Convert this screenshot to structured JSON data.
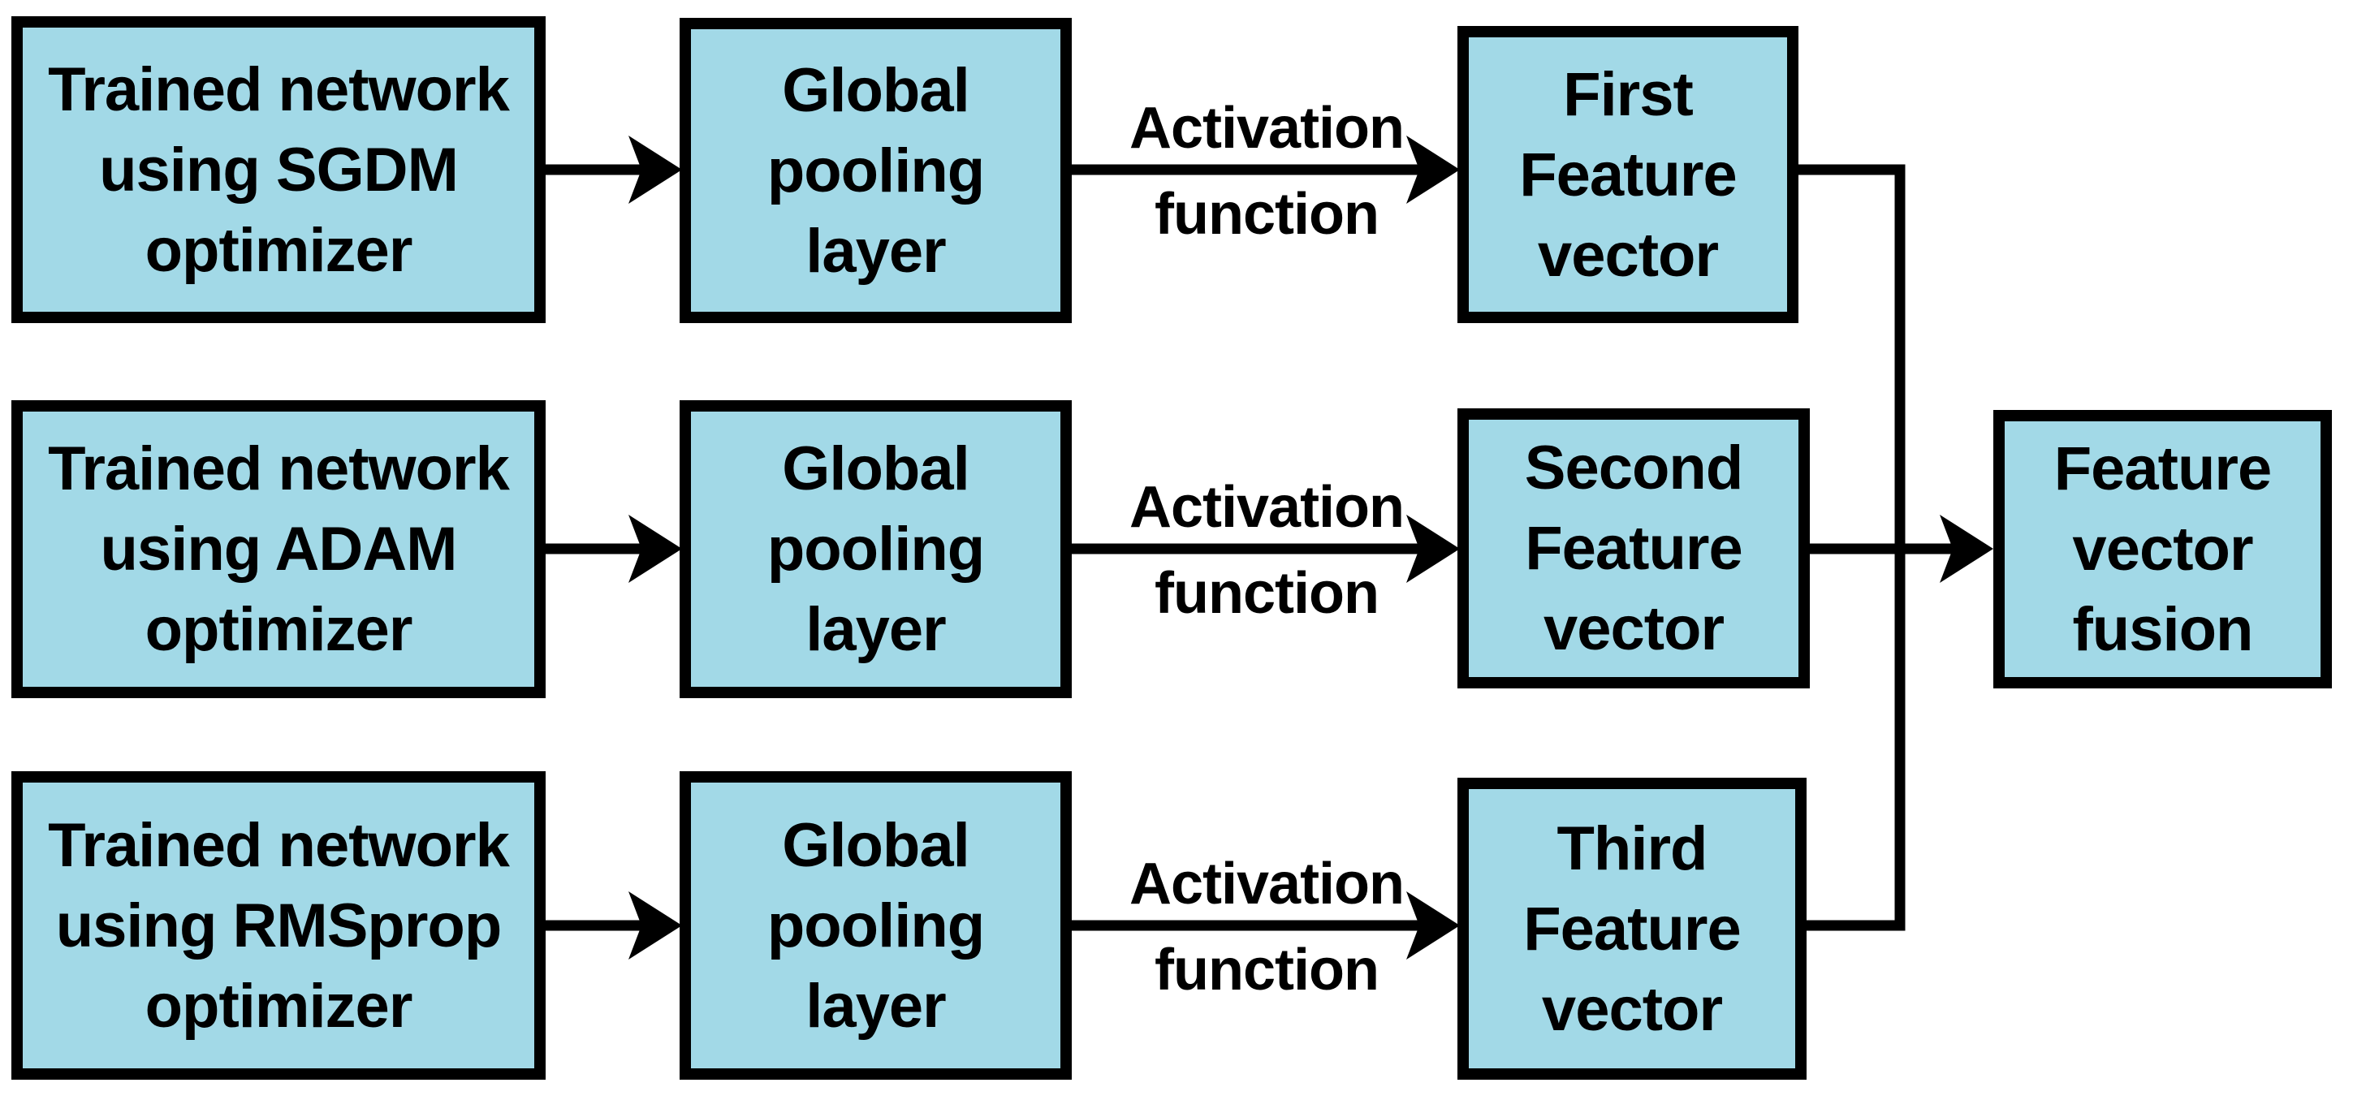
{
  "colors": {
    "box_fill": "#a2d9e7",
    "stroke": "#000000",
    "background": "#ffffff"
  },
  "boxes": {
    "network_sgdm": "Trained network\nusing SGDM\noptimizer",
    "network_adam": "Trained network\nusing ADAM\noptimizer",
    "network_rmsprop": "Trained network\nusing RMSprop\noptimizer",
    "pooling_row1": "Global\npooling\nlayer",
    "pooling_row2": "Global\npooling\nlayer",
    "pooling_row3": "Global\npooling\nlayer",
    "feature_first": "First\nFeature\nvector",
    "feature_second": "Second\nFeature\nvector",
    "feature_third": "Third\nFeature\nvector",
    "fusion": "Feature\nvector\nfusion"
  },
  "arrow_labels": {
    "row1": {
      "activation": "Activation",
      "function": "function"
    },
    "row2": {
      "activation": "Activation",
      "function": "function"
    },
    "row3": {
      "activation": "Activation",
      "function": "function"
    }
  }
}
